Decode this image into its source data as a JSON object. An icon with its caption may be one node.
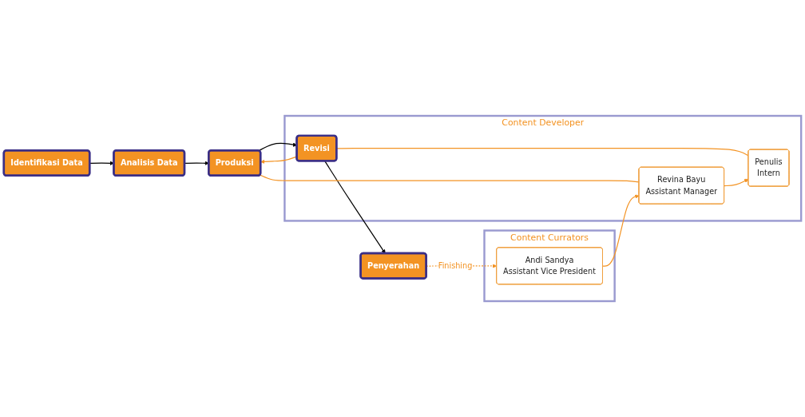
{
  "diagram": {
    "nodes": [
      {
        "text": [
          "Identifikasi Data"
        ]
      },
      {
        "text": [
          "Analisis Data"
        ]
      },
      {
        "text": [
          "Content Currators"
        ]
      },
      {
        "text": [
          "Andi Sandya",
          "Assistant Vice President"
        ],
        "in": 2
      },
      {
        "text": [
          "Content Developer"
        ]
      },
      {
        "text": [
          "Produksi"
        ]
      },
      {
        "text": [
          "Revisi"
        ],
        "in": 4
      },
      {
        "text": [
          "Penyerahan"
        ]
      },
      {
        "text": [
          "Revina Bayu",
          "Assistant Manager"
        ],
        "in": 4
      },
      {
        "text": [
          "Penulis",
          "Intern"
        ],
        "in": 4
      }
    ],
    "edges": [
      {
        "from": 0,
        "to": 1,
        "arrow": "to",
        "color": "#000000"
      },
      {
        "from": 1,
        "to": 5,
        "arrow": "to",
        "color": "#000000"
      },
      {
        "from": 5,
        "to": 6,
        "arrow": "to",
        "color": "#000000"
      },
      {
        "from": 6,
        "to": 7,
        "arrow": "to",
        "color": "#000000"
      },
      {
        "from": 6,
        "to": 5,
        "arrow": "to"
      },
      {
        "from": 5,
        "to": 8,
        "arrow": "none"
      },
      {
        "from": 6,
        "to": 9,
        "arrow": "none"
      },
      {
        "from": 3,
        "to": 8,
        "arrow": "to"
      },
      {
        "from": 8,
        "to": 9,
        "arrow": "to"
      },
      {
        "from": 7,
        "to": 3,
        "arrow": "to",
        "style": "dashed",
        "label": "Finishing"
      }
    ]
  }
}
